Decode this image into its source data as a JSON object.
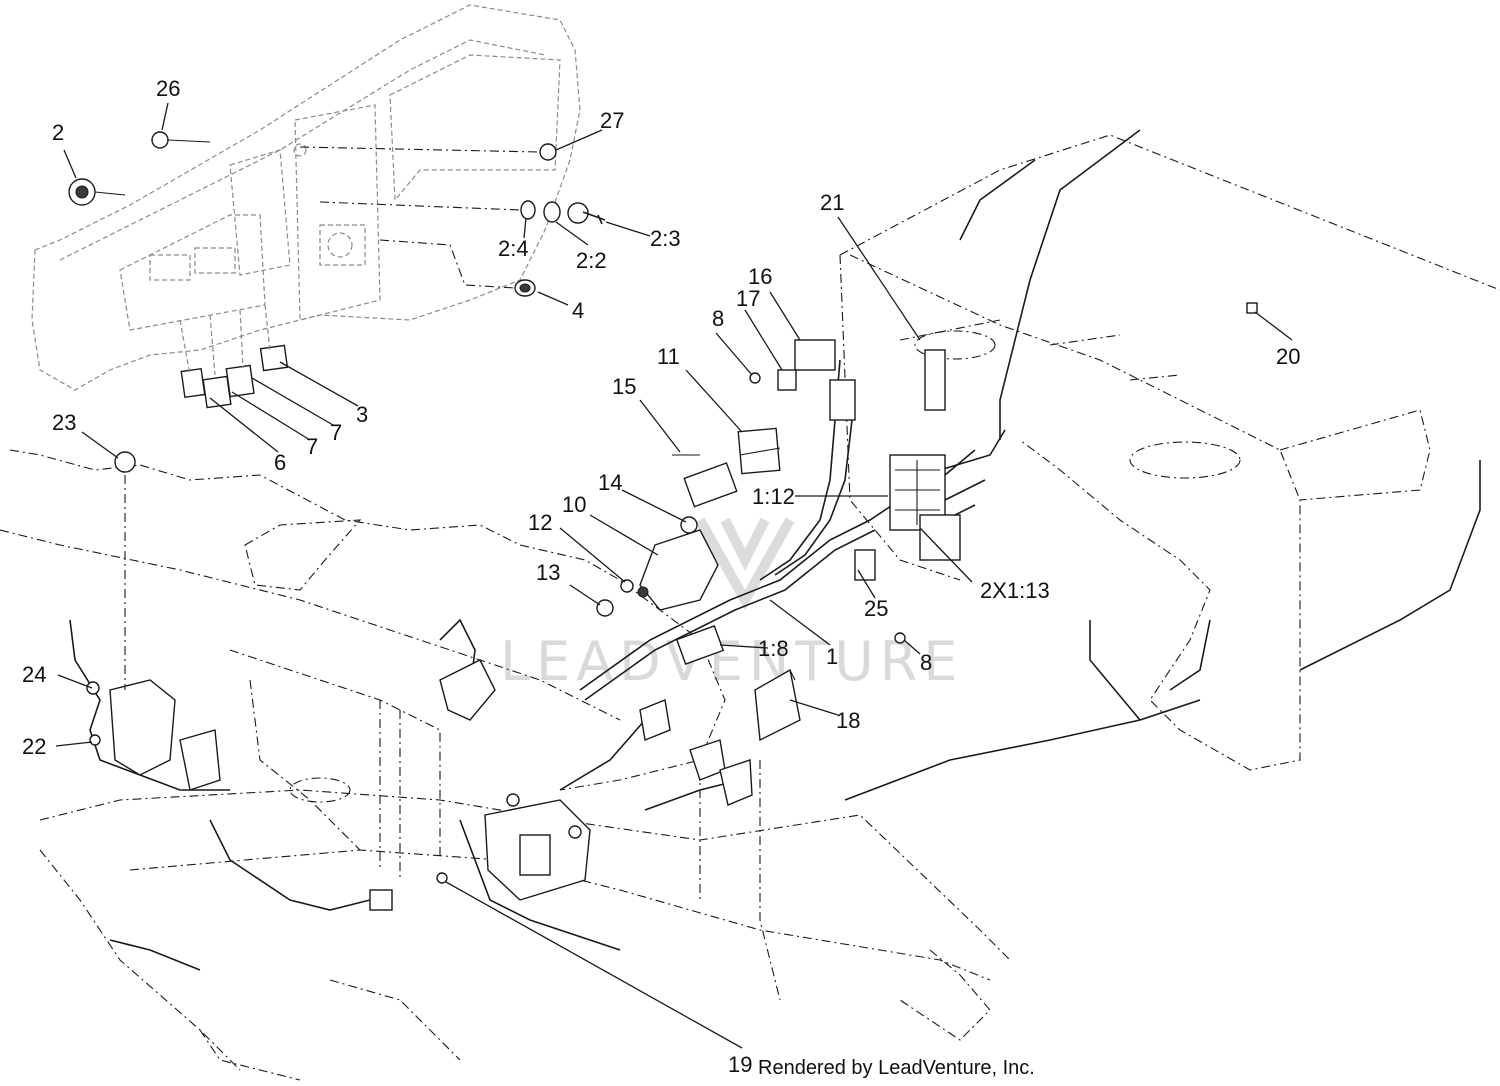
{
  "diagram": {
    "callouts": [
      {
        "label": "2"
      },
      {
        "label": "26"
      },
      {
        "label": "27"
      },
      {
        "label": "2:4"
      },
      {
        "label": "2:2"
      },
      {
        "label": "2:3"
      },
      {
        "label": "4"
      },
      {
        "label": "21"
      },
      {
        "label": "16"
      },
      {
        "label": "17"
      },
      {
        "label": "8"
      },
      {
        "label": "11"
      },
      {
        "label": "15"
      },
      {
        "label": "20"
      },
      {
        "label": "3"
      },
      {
        "label": "7"
      },
      {
        "label": "7"
      },
      {
        "label": "6"
      },
      {
        "label": "23"
      },
      {
        "label": "14"
      },
      {
        "label": "10"
      },
      {
        "label": "12"
      },
      {
        "label": "13"
      },
      {
        "label": "1:12"
      },
      {
        "label": "2X1:13"
      },
      {
        "label": "25"
      },
      {
        "label": "1"
      },
      {
        "label": "1:8"
      },
      {
        "label": "8"
      },
      {
        "label": "18"
      },
      {
        "label": "24"
      },
      {
        "label": "22"
      },
      {
        "label": "19"
      }
    ],
    "credit": "Rendered by LeadVenture, Inc.",
    "watermark": "LEADVENTURE"
  },
  "colors": {
    "line": "#1a1a1a",
    "ghost": "#8a8a8a",
    "watermark": "#d9d9d9",
    "background": "#ffffff"
  }
}
